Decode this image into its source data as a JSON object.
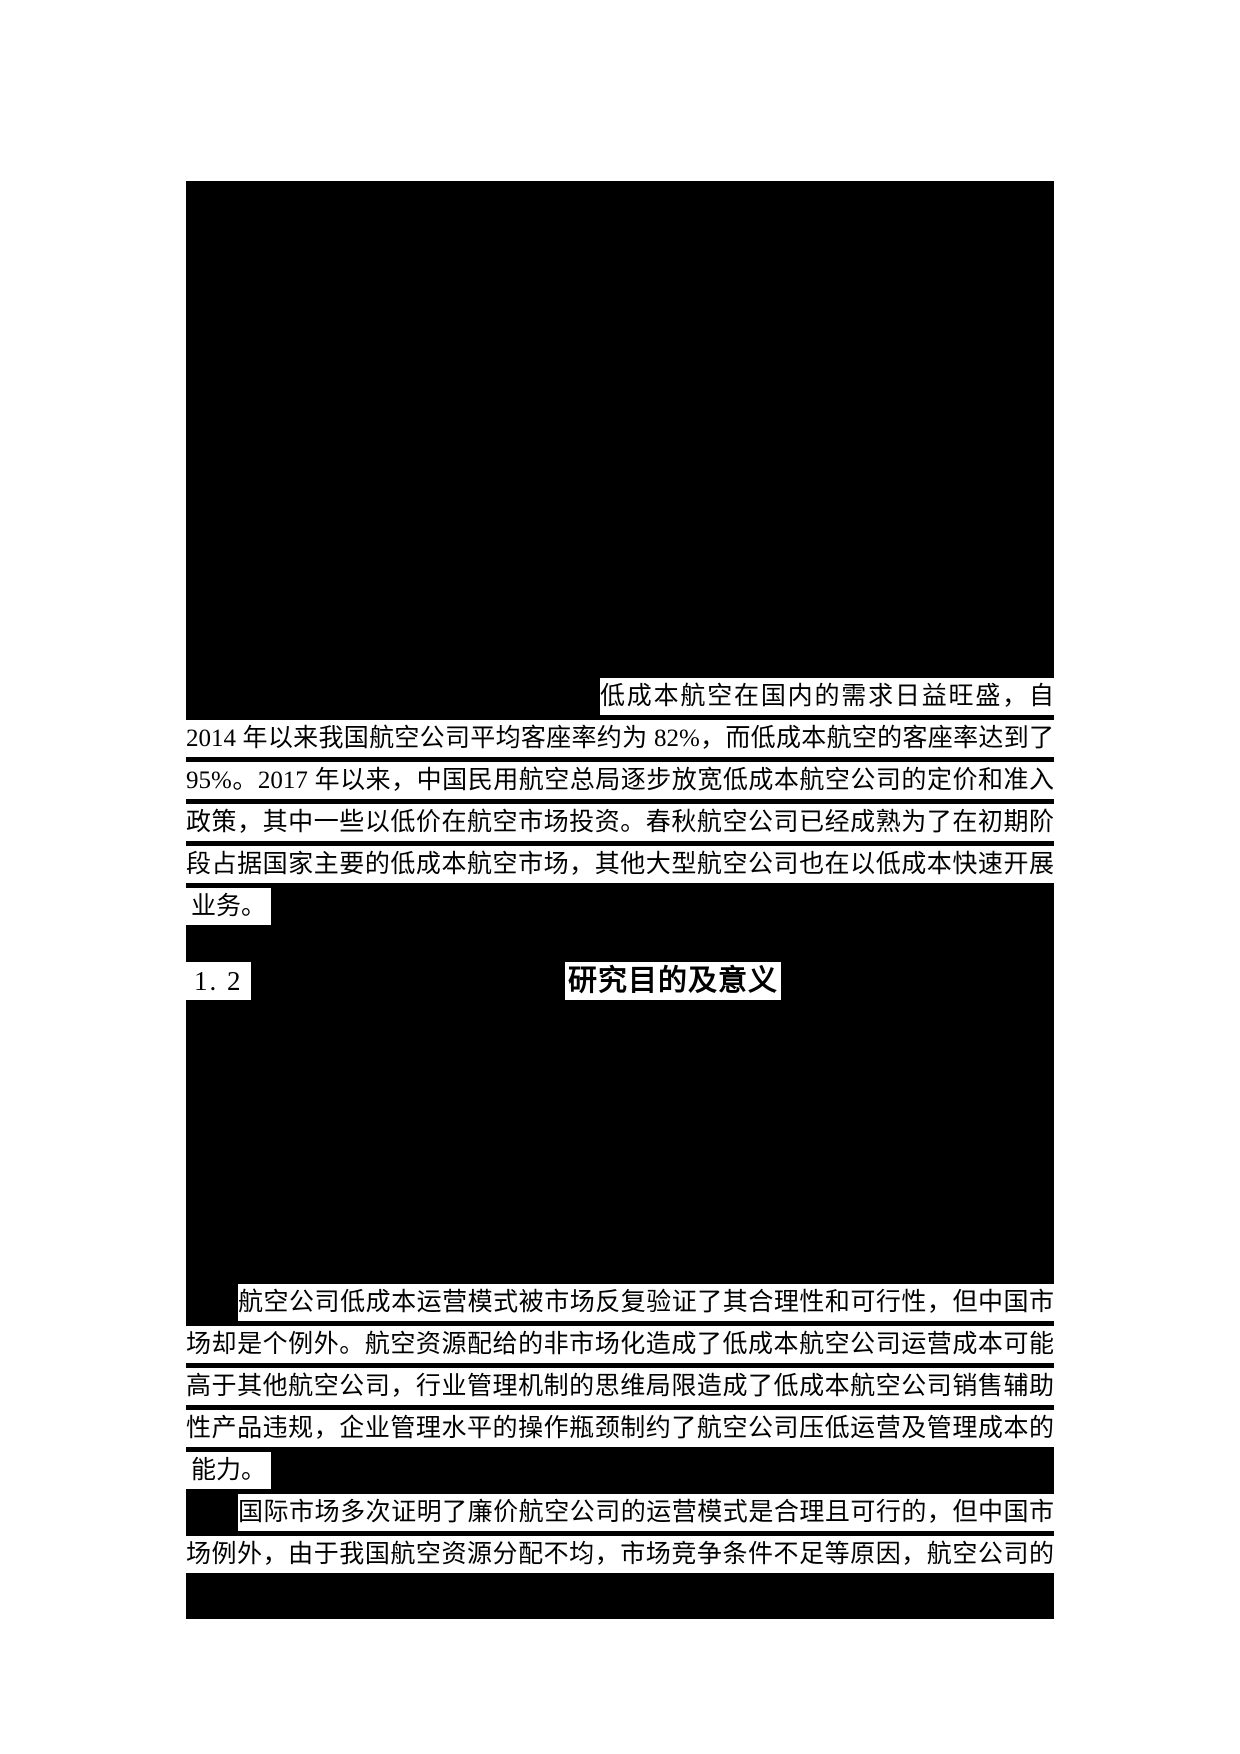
{
  "page": {
    "background_color": "#ffffff",
    "redaction_color": "#000000",
    "highlight_color": "#ffffff",
    "text_color": "#000000"
  },
  "section_heading": {
    "number": "1. 2",
    "title": "研究目的及意义"
  },
  "paragraph_1": {
    "lines": [
      "低成本航空在国内的需求日益旺盛，自",
      "2014 年以来我国航空公司平均客座率约为 82%，而低成本航空的客座率达到了",
      "95%。2017 年以来，中国民用航空总局逐步放宽低成本航空公司的定价和准入",
      "政策，其中一些以低价在航空市场投资。春秋航空公司已经成熟为了在初期阶",
      "段占据国家主要的低成本航空市场，其他大型航空公司也在以低成本快速开展",
      "业务。"
    ]
  },
  "paragraph_2": {
    "lines": [
      "航空公司低成本运营模式被市场反复验证了其合理性和可行性，但中国市",
      "场却是个例外。航空资源配给的非市场化造成了低成本航空公司运营成本可能",
      "高于其他航空公司，行业管理机制的思维局限造成了低成本航空公司销售辅助",
      "性产品违规，企业管理水平的操作瓶颈制约了航空公司压低运营及管理成本的",
      "能力。"
    ]
  },
  "paragraph_3": {
    "lines": [
      "国际市场多次证明了廉价航空公司的运营模式是合理且可行的，但中国市",
      "场例外，由于我国航空资源分配不均，市场竞争条件不足等原因，航空公司的"
    ]
  }
}
